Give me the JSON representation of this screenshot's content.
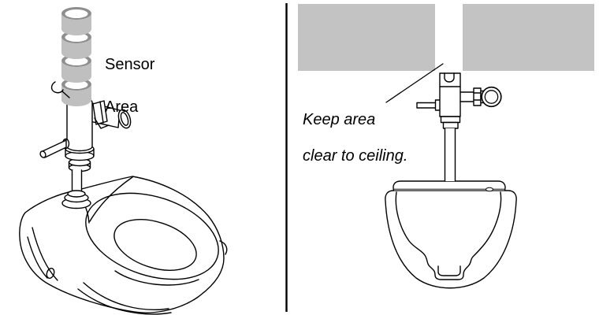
{
  "left_panel": {
    "sensor_label": {
      "line1": "Sensor",
      "line2": "Area"
    }
  },
  "right_panel": {
    "note": {
      "line1": "Keep area",
      "line2": "clear to ceiling."
    }
  },
  "colors": {
    "ring_band": "#bfbfbf",
    "ring_rim": "#8e8e8e",
    "ceiling_block": "#c3c3c3",
    "seat_joint_band": "#6e6e6e",
    "line_art": "#000000",
    "background": "#ffffff"
  }
}
